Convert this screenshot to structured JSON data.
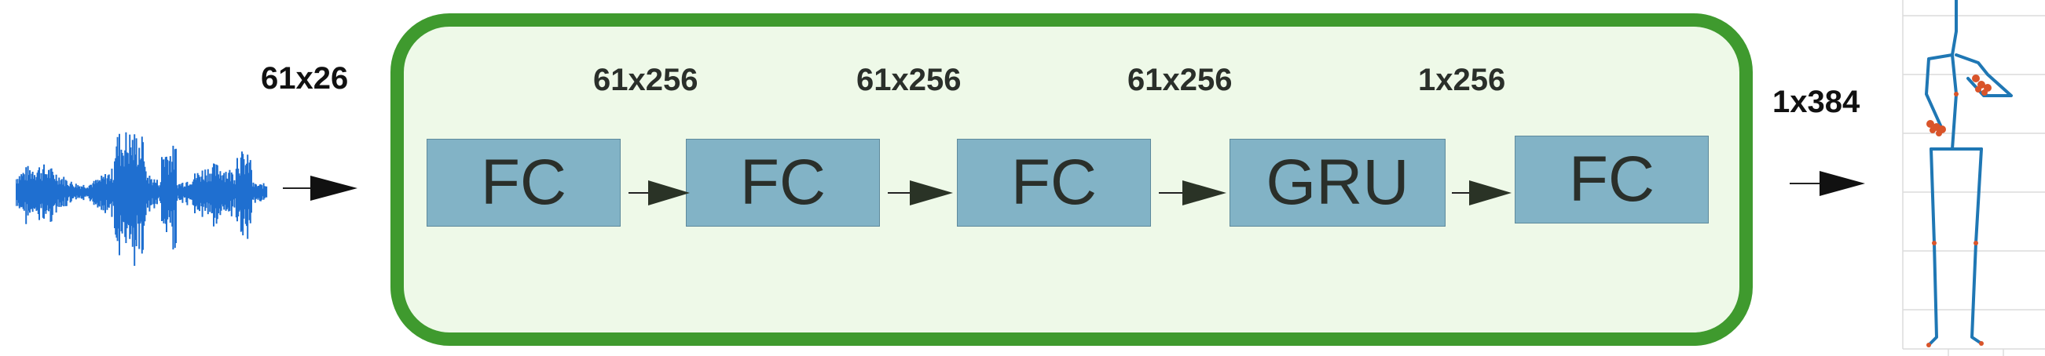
{
  "input_dim": "61x26",
  "output_dim": "1x384",
  "inner_dims": [
    "61x256",
    "61x256",
    "61x256",
    "1x256"
  ],
  "blocks": [
    {
      "label": "FC"
    },
    {
      "label": "FC"
    },
    {
      "label": "FC"
    },
    {
      "label": "GRU"
    },
    {
      "label": "FC"
    }
  ],
  "colors": {
    "container_border": "#3f9a2e",
    "container_fill": "#eef9e8",
    "block_fill": "#82b3c6",
    "waveform": "#1f6fd0",
    "skeleton": "#1f77b4",
    "joints": "#d9542a"
  }
}
